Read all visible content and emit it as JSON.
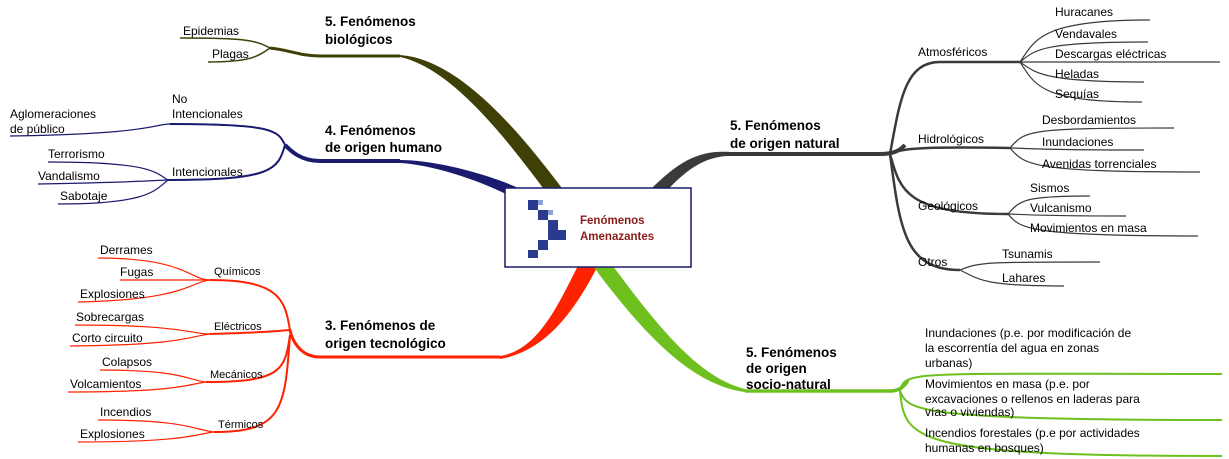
{
  "central": {
    "line1": "Fenómenos",
    "line2": "Amenazantes"
  },
  "biologicos": {
    "title1": "5. Fenómenos",
    "title2": "biológicos",
    "items": [
      "Epidemias",
      "Plagas"
    ]
  },
  "humano": {
    "title1": "4. Fenómenos",
    "title2": "de origen humano",
    "no_int1": "No",
    "no_int2": "Intencionales",
    "no_int_items": [
      "Aglomeraciones",
      "de público"
    ],
    "intencionales": "Intencionales",
    "int_items": [
      "Terrorismo",
      "Vandalismo",
      "Sabotaje"
    ]
  },
  "tecnologico": {
    "title1": "3. Fenómenos de",
    "title2": "origen tecnológico",
    "quimicos": "Químicos",
    "quimicos_items": [
      "Derrames",
      "Fugas",
      "Explosiones"
    ],
    "electricos": "Eléctricos",
    "electricos_items": [
      "Sobrecargas",
      "Corto circuito"
    ],
    "mecanicos": "Mecánicos",
    "mecanicos_items": [
      "Colapsos",
      "Volcamientos"
    ],
    "termicos": "Térmicos",
    "termicos_items": [
      "Incendios",
      "Explosiones"
    ]
  },
  "natural": {
    "title1": "5. Fenómenos",
    "title2": "de origen natural",
    "atmosfericos": "Atmosféricos",
    "atmosfericos_items": [
      "Huracanes",
      "Vendavales",
      "Descargas eléctricas",
      "Heladas",
      "Sequías"
    ],
    "hidrologicos": "Hidrológicos",
    "hidrologicos_items": [
      "Desbordamientos",
      "Inundaciones",
      "Avenidas torrenciales"
    ],
    "geologicos": "Geológicos",
    "geologicos_items": [
      "Sismos",
      "Vulcanismo",
      "Movimientos en masa"
    ],
    "otros": "Otros",
    "otros_items": [
      "Tsunamis",
      "Lahares"
    ]
  },
  "socionatural": {
    "title1": "5. Fenómenos",
    "title2": "de origen",
    "title3": "socio-natural",
    "item1": [
      "Inundaciones (p.e. por modificación de",
      "la escorrentía del agua en zonas",
      "urbanas)"
    ],
    "item2": [
      "Movimientos en masa (p.e. por",
      "excavaciones o rellenos en laderas para",
      "vías o viviendas)"
    ],
    "item3": [
      "Incendios forestales (p.e por actividades",
      "humanas en bosques)"
    ]
  },
  "colors": {
    "biologicos": "#3f3f08",
    "humano": "#1a1a6e",
    "tecnologico": "#ff2200",
    "natural": "#3a3a3a",
    "socionatural": "#6ec01e",
    "central_border": "#1a1a6e",
    "central_text": "#8b1a1a"
  }
}
